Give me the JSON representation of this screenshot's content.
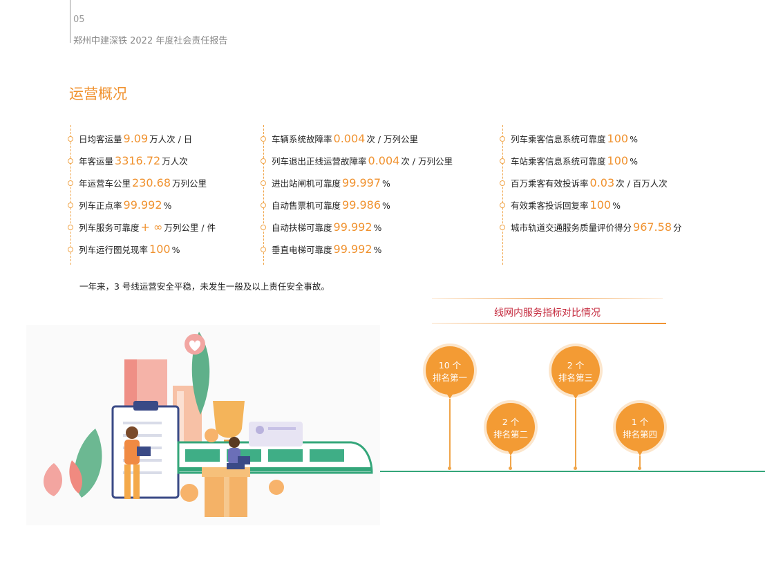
{
  "header": {
    "page_number": "05",
    "report_title": "郑州中建深铁 2022 年度社会责任报告"
  },
  "section_title": "运营概况",
  "columns": [
    {
      "items": [
        {
          "label": "日均客运量",
          "value": "9.09",
          "unit": "万人次 / 日"
        },
        {
          "label": "年客运量",
          "value": "3316.72",
          "unit": "万人次"
        },
        {
          "label": "年运营车公里",
          "value": "230.68",
          "unit": "万列公里"
        },
        {
          "label": "列车正点率",
          "value": "99.992",
          "unit": "%"
        },
        {
          "label": "列车服务可靠度",
          "value": "+ ∞",
          "unit": "万列公里 / 件"
        },
        {
          "label": "列车运行图兑现率",
          "value": "100",
          "unit": "%"
        }
      ]
    },
    {
      "items": [
        {
          "label": "车辆系统故障率",
          "value": "0.004",
          "unit": "次 / 万列公里"
        },
        {
          "label": "列车退出正线运营故障率",
          "value": "0.004",
          "unit": "次 / 万列公里"
        },
        {
          "label": "进出站闸机可靠度",
          "value": "99.997",
          "unit": "%"
        },
        {
          "label": "自动售票机可靠度",
          "value": "99.986",
          "unit": "%"
        },
        {
          "label": "自动扶梯可靠度",
          "value": "99.992",
          "unit": "%"
        },
        {
          "label": "垂直电梯可靠度",
          "value": "99.992",
          "unit": "%"
        }
      ]
    },
    {
      "items": [
        {
          "label": "列车乘客信息系统可靠度",
          "value": "100",
          "unit": "%"
        },
        {
          "label": "车站乘客信息系统可靠度",
          "value": "100",
          "unit": "%"
        },
        {
          "label": "百万乘客有效投诉率",
          "value": "0.03",
          "unit": "次 / 百万人次"
        },
        {
          "label": "有效乘客投诉回复率",
          "value": "100",
          "unit": "%"
        },
        {
          "label": "城市轨道交通服务质量评价得分",
          "value": "967.58",
          "unit": "分"
        }
      ]
    }
  ],
  "summary": "一年来，3 号线运营安全平稳，未发生一般及以上责任安全事故。",
  "comparison": {
    "title": "线网内服务指标对比情况",
    "pins": [
      {
        "count": "10 个",
        "rank": "排名第一"
      },
      {
        "count": "2 个",
        "rank": "排名第二"
      },
      {
        "count": "2 个",
        "rank": "排名第三"
      },
      {
        "count": "1 个",
        "rank": "排名第四"
      }
    ]
  },
  "colors": {
    "accent": "#f0922f",
    "pin": "#f39b34",
    "title_red": "#c4283c",
    "track_green": "#34a67a"
  }
}
